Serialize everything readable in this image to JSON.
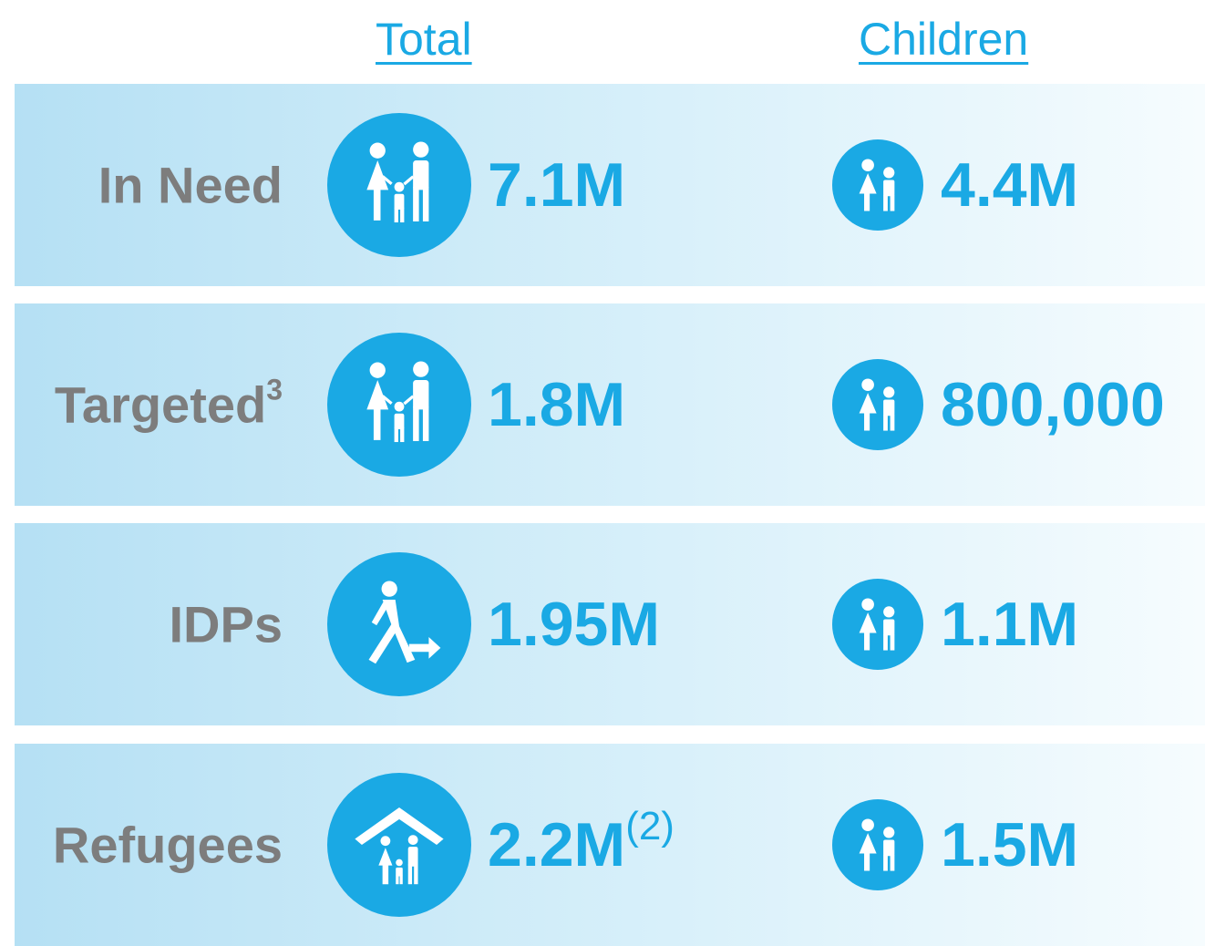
{
  "headers": {
    "total": "Total",
    "children": "Children"
  },
  "rows": [
    {
      "label": "In Need",
      "label_sup": "",
      "total": "7.1M",
      "total_sup": "",
      "total_icon": "family-icon",
      "children": "4.4M",
      "children_icon": "children-icon"
    },
    {
      "label": "Targeted",
      "label_sup": "3",
      "total": "1.8M",
      "total_sup": "",
      "total_icon": "family-icon",
      "children": "800,000",
      "children_icon": "children-icon"
    },
    {
      "label": "IDPs",
      "label_sup": "",
      "total": "1.95M",
      "total_sup": "",
      "total_icon": "displaced-person-icon",
      "children": "1.1M",
      "children_icon": "children-icon"
    },
    {
      "label": "Refugees",
      "label_sup": "",
      "total": "2.2M",
      "total_sup": "(2)",
      "total_icon": "sheltered-family-icon",
      "children": "1.5M",
      "children_icon": "children-icon"
    }
  ],
  "colors": {
    "accent": "#1aa9e4",
    "label": "#7d7d7d",
    "row_band_left": "#b5e0f4",
    "row_band_right": "#f6fcfe"
  }
}
